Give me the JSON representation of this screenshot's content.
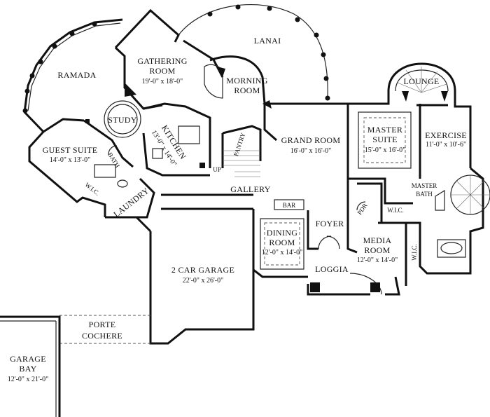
{
  "rooms": {
    "lanai": {
      "name": "LANAI"
    },
    "gathering": {
      "name1": "GATHERING",
      "name2": "ROOM",
      "dims": "19'-0\" x 18'-0\""
    },
    "ramada": {
      "name": "RAMADA"
    },
    "morning": {
      "name1": "MORNING",
      "name2": "ROOM"
    },
    "study": {
      "name": "STUDY"
    },
    "kitchen": {
      "name": "KITCHEN",
      "dims": "13'-0\" x 14'-0\""
    },
    "pantry": {
      "name": "PANTRY"
    },
    "grand": {
      "name": "GRAND ROOM",
      "dims": "16'-0\" x 16'-0\""
    },
    "lounge": {
      "name": "LOUNGE"
    },
    "master_suite": {
      "name1": "MASTER",
      "name2": "SUITE",
      "dims": "15'-0\" x 16'-0\""
    },
    "exercise": {
      "name": "EXERCISE",
      "dims": "11'-0\" x 10'-6\""
    },
    "guest": {
      "name": "GUEST SUITE",
      "dims": "14'-0\" x 13'-0\""
    },
    "bath": {
      "name": "BATH"
    },
    "wic_guest": {
      "name": "W.I.C."
    },
    "laundry": {
      "name": "LAUNDRY"
    },
    "up": {
      "name": "UP"
    },
    "gallery": {
      "name": "GALLERY"
    },
    "bar": {
      "name": "BAR"
    },
    "master_bath": {
      "name1": "MASTER",
      "name2": "BATH"
    },
    "pdr": {
      "name": "PDR"
    },
    "wic_master": {
      "name": "W.I.C."
    },
    "wic_master2": {
      "name": "W.I.C."
    },
    "foyer": {
      "name": "FOYER"
    },
    "dining": {
      "name1": "DINING",
      "name2": "ROOM",
      "dims": "12'-0\" x 14'-0\""
    },
    "media": {
      "name1": "MEDIA",
      "name2": "ROOM",
      "dims": "12'-0\" x 14'-0\""
    },
    "loggia": {
      "name": "LOGGIA"
    },
    "garage": {
      "name": "2 CAR GARAGE",
      "dims": "22'-0\" x 26'-0\""
    },
    "porte": {
      "name1": "PORTE",
      "name2": "COCHERE"
    },
    "garage_bay": {
      "name1": "GARAGE",
      "name2": "BAY",
      "dims": "12'-0\" x 21'-0\""
    }
  }
}
